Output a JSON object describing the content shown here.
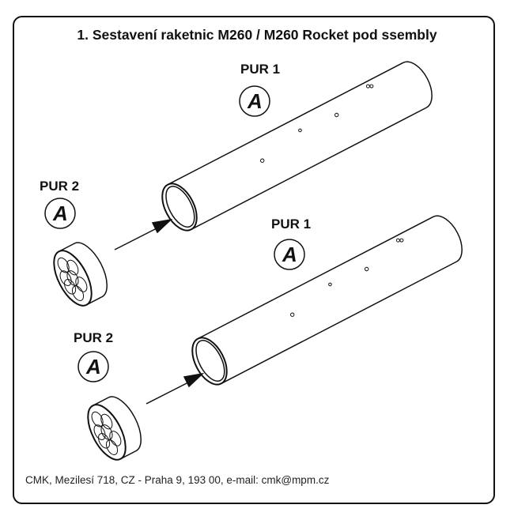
{
  "title": "1. Sestavení raketnic M260 / M260 Rocket pod ssembly",
  "footer": "CMK, Mezilesí 718, CZ - Praha 9, 193 00, e-mail: cmk@mpm.cz",
  "labels": {
    "upper_tube": "PUR 1",
    "upper_cap": "PUR 2",
    "lower_tube": "PUR 1",
    "lower_cap": "PUR 2",
    "part_letter": "A"
  }
}
